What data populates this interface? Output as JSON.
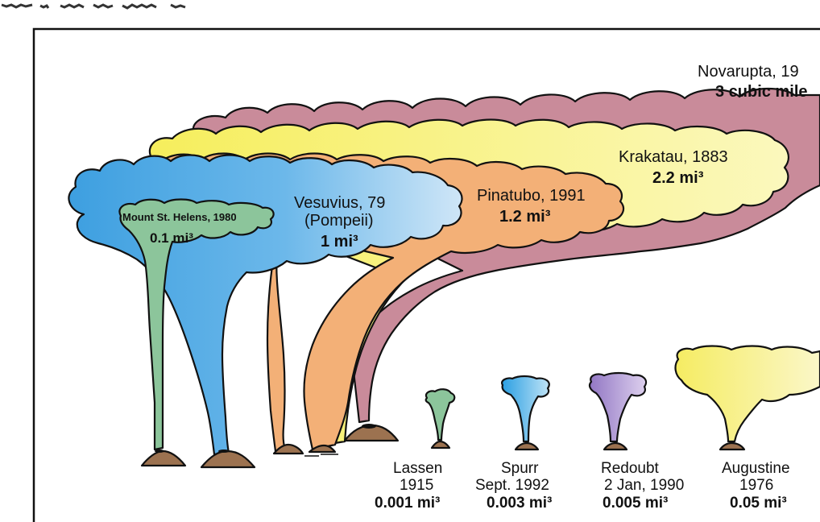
{
  "header_partial": "",
  "large_eruptions": [
    {
      "key": "novarupta",
      "name": "Novarupta, 19",
      "volume": "3 cubic mile",
      "color": "#c98b9a"
    },
    {
      "key": "krakatau",
      "name": "Krakatau, 1883",
      "volume": "2.2 mi³",
      "color": "#f4ee6f"
    },
    {
      "key": "pinatubo",
      "name": "Pinatubo, 1991",
      "volume": "1.2 mi³",
      "color": "#f3b077"
    },
    {
      "key": "vesuvius",
      "name": "Vesuvius, 79",
      "sub": "(Pompeii)",
      "volume": "1 mi³",
      "color": "#4fa7e0"
    },
    {
      "key": "sthelens",
      "name": "Mount St. Helens, 1980",
      "volume": "0.1 mi³",
      "color": "#8cc59b"
    }
  ],
  "small_eruptions": [
    {
      "key": "lassen",
      "name": "Lassen",
      "date": "1915",
      "volume": "0.001 mi³",
      "color": "#8cc59b"
    },
    {
      "key": "spurr",
      "name": "Spurr",
      "date": "Sept. 1992",
      "volume": "0.003 mi³",
      "color": "#4fb6e6"
    },
    {
      "key": "redoubt",
      "name": "Redoubt",
      "date": "2 Jan, 1990",
      "volume": "0.005 mi³",
      "color": "#a98ccc"
    },
    {
      "key": "augustine",
      "name": "Augustine",
      "date": "1976",
      "volume": "0.05 mi³",
      "color": "#f2e64a"
    }
  ],
  "colors": {
    "frame": "#111111",
    "ground": "#9c7250",
    "vesuvius_cloud_light": "#b9dcf3"
  }
}
